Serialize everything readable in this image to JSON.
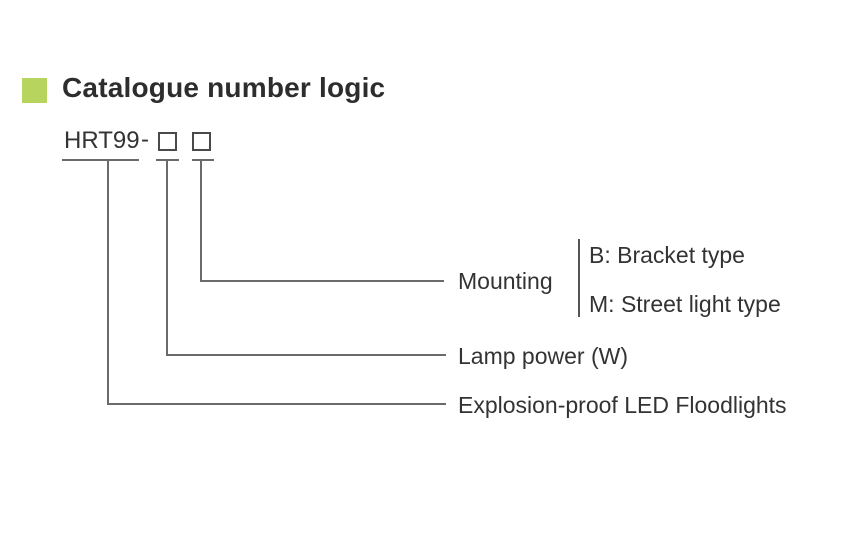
{
  "accent_color": "#b7d45e",
  "title": "Catalogue number logic",
  "code": {
    "prefix": "HRT99",
    "separator": "-",
    "placeholder_count": 2
  },
  "legend": {
    "mounting": {
      "label": "Mounting",
      "options": [
        "B: Bracket type",
        "M: Street light type"
      ]
    },
    "lamp_power_label": "Lamp power (W)",
    "product_label": "Explosion-proof LED Floodlights"
  }
}
